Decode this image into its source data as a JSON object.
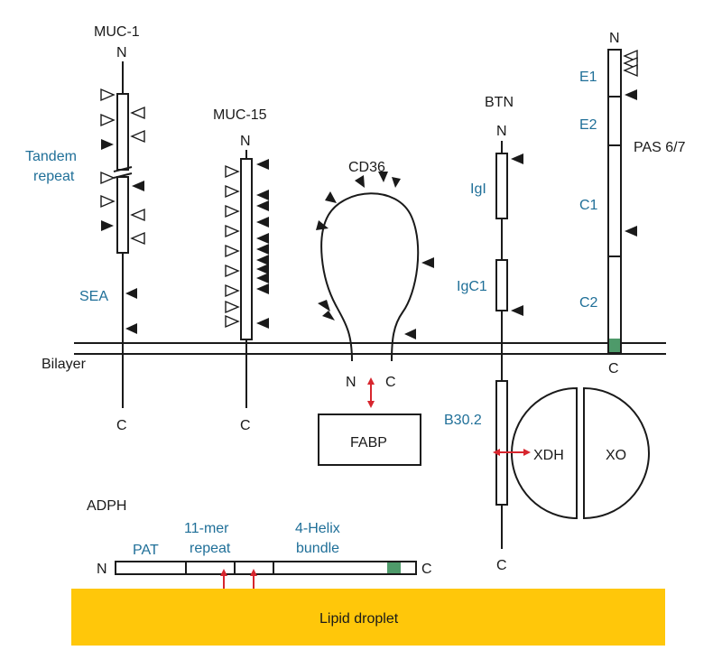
{
  "colors": {
    "text": "#1a1a1a",
    "domain_label": "#1f6f98",
    "arrow": "#d7262e",
    "transmembrane": "#4e9a6a",
    "lipid_droplet": "#ffc70a"
  },
  "bilayer": {
    "label": "Bilayer"
  },
  "muc1": {
    "title": "MUC-1",
    "n": "N",
    "c": "C",
    "tandem_line1": "Tandem",
    "tandem_line2": "repeat",
    "sea": "SEA"
  },
  "muc15": {
    "title": "MUC-15",
    "n": "N",
    "c": "C"
  },
  "cd36": {
    "title": "CD36",
    "n": "N",
    "c": "C",
    "fabp": "FABP"
  },
  "btn": {
    "title": "BTN",
    "n": "N",
    "c": "C",
    "igl": "IgI",
    "igc1": "IgC1",
    "b30": "B30.2",
    "xdh": "XDH",
    "xo": "XO"
  },
  "pas": {
    "title": "PAS 6/7",
    "n": "N",
    "c": "C",
    "e1": "E1",
    "e2": "E2",
    "c1": "C1",
    "c2": "C2"
  },
  "adph": {
    "title": "ADPH",
    "n": "N",
    "c": "C",
    "pat": "PAT",
    "mer_line1": "11-mer",
    "mer_line2": "repeat",
    "helix_line1": "4-Helix",
    "helix_line2": "bundle"
  },
  "lipid": {
    "label": "Lipid droplet"
  }
}
